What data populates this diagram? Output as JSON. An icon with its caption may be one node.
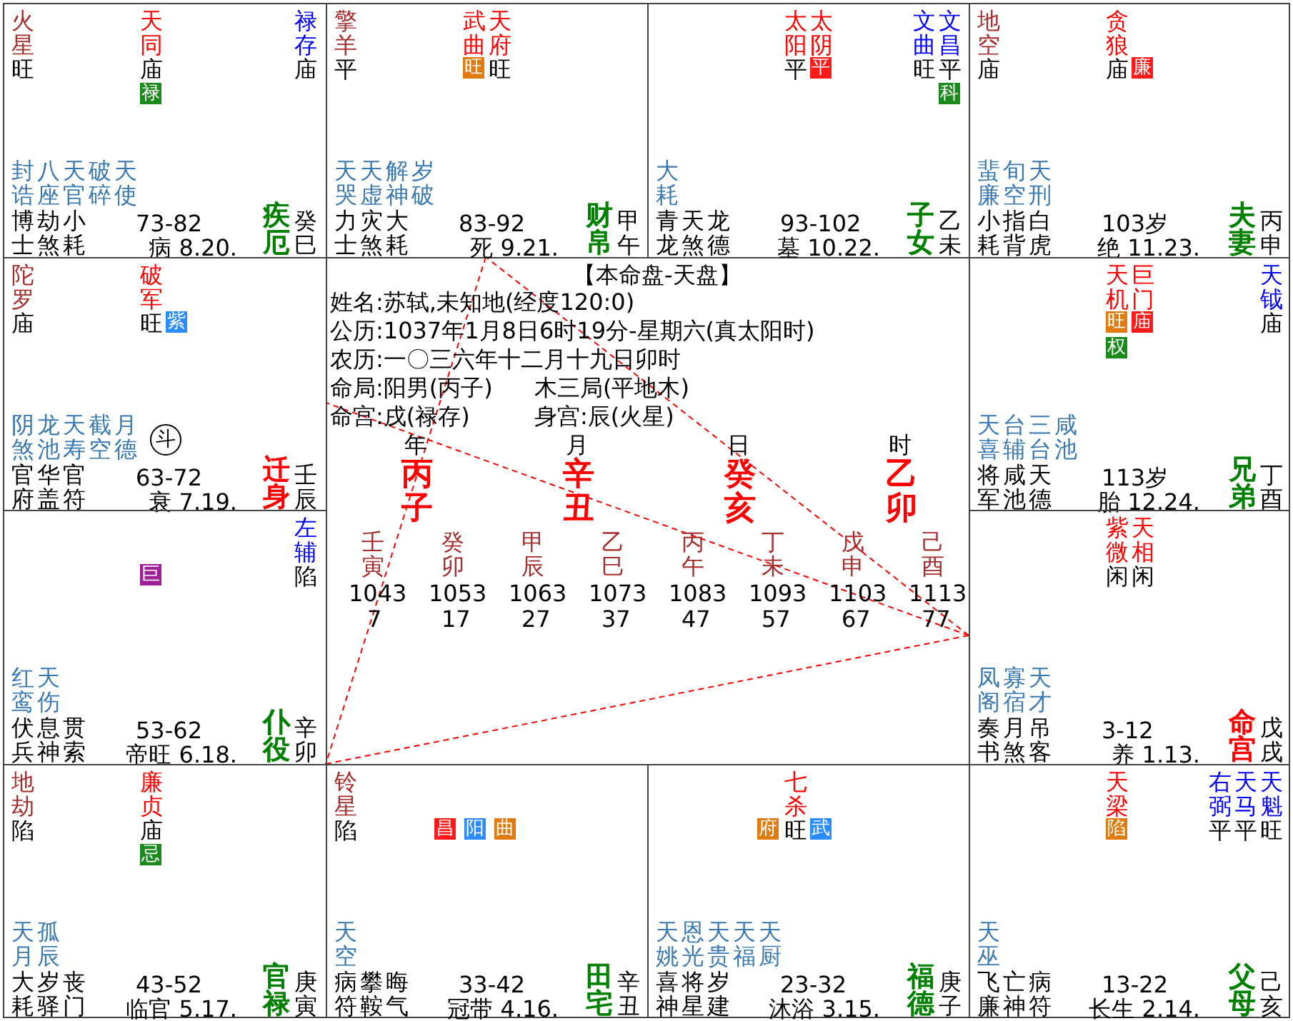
{
  "diagram": {
    "nodes": [
      {
        "text": [
          "火星",
          "旺",
          "天同",
          "庙",
          "禄",
          "禄存",
          "庙",
          "封诰",
          "八座",
          "天官",
          "破碎",
          "天使",
          "博士",
          "劫煞",
          "小耗",
          "73-82",
          "病 8.20.",
          "疾厄",
          "癸巳"
        ]
      },
      {
        "text": [
          "擎羊",
          "平",
          "武曲",
          "旺",
          "天府",
          "旺",
          "天哭",
          "天虚",
          "解神",
          "岁破",
          "力士",
          "灾煞",
          "大耗",
          "83-92",
          "死 9.21.",
          "财帛",
          "甲午"
        ]
      },
      {
        "text": [
          "太阳",
          "平",
          "太阴",
          "平",
          "文曲",
          "旺",
          "文昌",
          "平",
          "科",
          "大耗",
          "青龙",
          "天煞",
          "龙德",
          "93-102",
          "墓 10.22.",
          "子女",
          "乙未"
        ]
      },
      {
        "text": [
          "地空",
          "庙",
          "贪狼",
          "庙",
          "廉",
          "蜚廉",
          "旬空",
          "天刑",
          "小耗",
          "指背",
          "白虎",
          "103岁",
          "绝 11.23.",
          "夫妻",
          "丙申"
        ]
      },
      {
        "text": [
          "陀罗",
          "庙",
          "破军",
          "旺",
          "紫",
          "阴煞",
          "龙池",
          "天寿",
          "截空",
          "月德",
          "斗",
          "官府",
          "华盖",
          "官符",
          "63-72",
          "衰 7.19.",
          "迁身",
          "壬辰"
        ]
      },
      {
        "text": [
          "天机",
          "旺",
          "权",
          "巨门",
          "庙",
          "天钺",
          "庙",
          "天喜",
          "台辅",
          "三台",
          "咸池",
          "将军",
          "咸池",
          "天德",
          "113岁",
          "胎 12.24.",
          "兄弟",
          "丁酉"
        ]
      },
      {
        "text": [
          "巨",
          "左辅",
          "陷",
          "红鸾",
          "天伤",
          "伏兵",
          "息神",
          "贯索",
          "53-62",
          "帝旺 6.18.",
          "仆役",
          "辛卯"
        ]
      },
      {
        "text": [
          "紫微",
          "闲",
          "天相",
          "闲",
          "凤阁",
          "寡宿",
          "天才",
          "奏书",
          "月煞",
          "吊客",
          "3-12",
          "养 1.13.",
          "命宫",
          "戊戌"
        ]
      },
      {
        "text": [
          "地劫",
          "陷",
          "廉贞",
          "庙",
          "忌",
          "天月",
          "孤辰",
          "大耗",
          "岁驿",
          "丧门",
          "43-52",
          "临官 5.17.",
          "官禄",
          "庚寅"
        ]
      },
      {
        "text": [
          "铃星",
          "陷",
          "昌",
          "阳",
          "曲",
          "天空",
          "病符",
          "攀鞍",
          "晦气",
          "33-42",
          "冠带 4.16.",
          "田宅",
          "辛丑"
        ]
      },
      {
        "text": [
          "七杀",
          "府",
          "旺",
          "武",
          "天姚",
          "恩光",
          "天贵",
          "天福",
          "天厨",
          "喜神",
          "将星",
          "岁建",
          "23-32",
          "沐浴 3.15.",
          "福德",
          "庚子"
        ]
      },
      {
        "text": [
          "天梁",
          "陷",
          "右弼",
          "天马",
          "天魁",
          "平",
          "平",
          "旺",
          "天巫",
          "飞廉",
          "亡神",
          "病符",
          "13-22",
          "长生 2.14.",
          "父母",
          "己亥"
        ]
      }
    ],
    "edges": [
      {
        "from": 7,
        "to": 1,
        "arrow": "none",
        "style": "dashed"
      },
      {
        "from": 7,
        "to": 8,
        "arrow": "none",
        "style": "dashed"
      },
      {
        "from": 1,
        "to": 8,
        "arrow": "none",
        "style": "dashed"
      },
      {
        "from": 7,
        "to": 4,
        "arrow": "none",
        "style": "dashed"
      }
    ],
    "labels": [
      "【本命盘-天盘】",
      "姓名:苏轼,未知地(经度120:0)",
      "公历:1037年1月8日6时19分-星期六(真太阳时)",
      "农历:一〇三六年十二月十九日卯时",
      "命局:阳男(丙子)",
      "木三局(平地木)",
      "命宫:戌(禄存)",
      "身宫:辰(火星)",
      "年",
      "丙子",
      "月",
      "辛丑",
      "日",
      "癸亥",
      "时",
      "乙卯",
      "壬寅",
      "1043",
      "7",
      "癸卯",
      "1053",
      "17",
      "甲辰",
      "1063",
      "27",
      "乙巳",
      "1073",
      "37",
      "丙午",
      "1083",
      "47",
      "丁未",
      "1093",
      "57",
      "戊申",
      "1103",
      "67",
      "己酉",
      "1113",
      "77"
    ]
  }
}
